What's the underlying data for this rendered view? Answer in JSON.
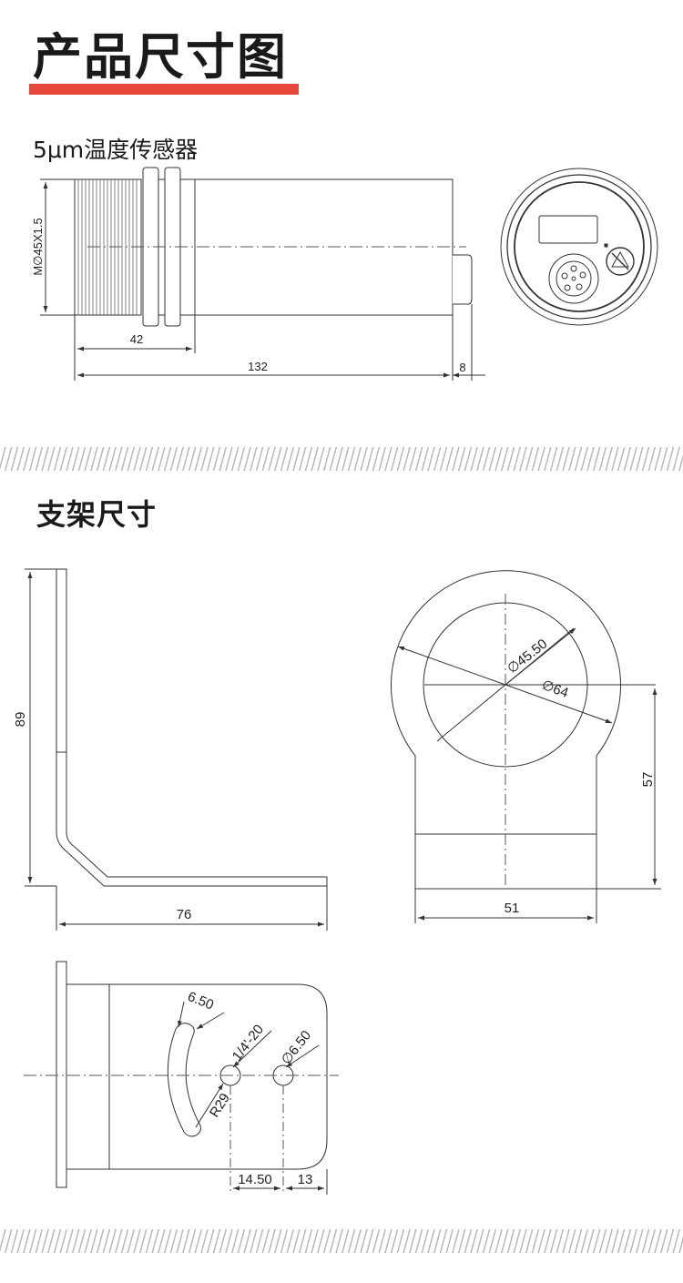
{
  "header": {
    "title": "产品尺寸图",
    "subtitle": "5μm温度传感器"
  },
  "bracket_section": {
    "title": "支架尺寸"
  },
  "sensor_drawing": {
    "thread_label": "M∅45X1.5",
    "dims": {
      "thread_length": "42",
      "body_length": "132",
      "connector_length": "8"
    }
  },
  "bracket_side": {
    "dims": {
      "height": "89",
      "length": "76"
    }
  },
  "bracket_front": {
    "dims": {
      "inner_diameter": "∅45.50",
      "outer_diameter": "∅64",
      "center_height": "57",
      "width": "51"
    }
  },
  "bracket_top": {
    "dims": {
      "slot_width": "6.50",
      "thread_hole": "1/4'-20",
      "hole_diameter": "∅6.50",
      "slot_radius": "R29",
      "hole_spacing": "14.50",
      "edge_offset": "13"
    }
  },
  "colors": {
    "accent": "#e8473c",
    "line": "#333333",
    "hatch": "#b9b9b9"
  }
}
